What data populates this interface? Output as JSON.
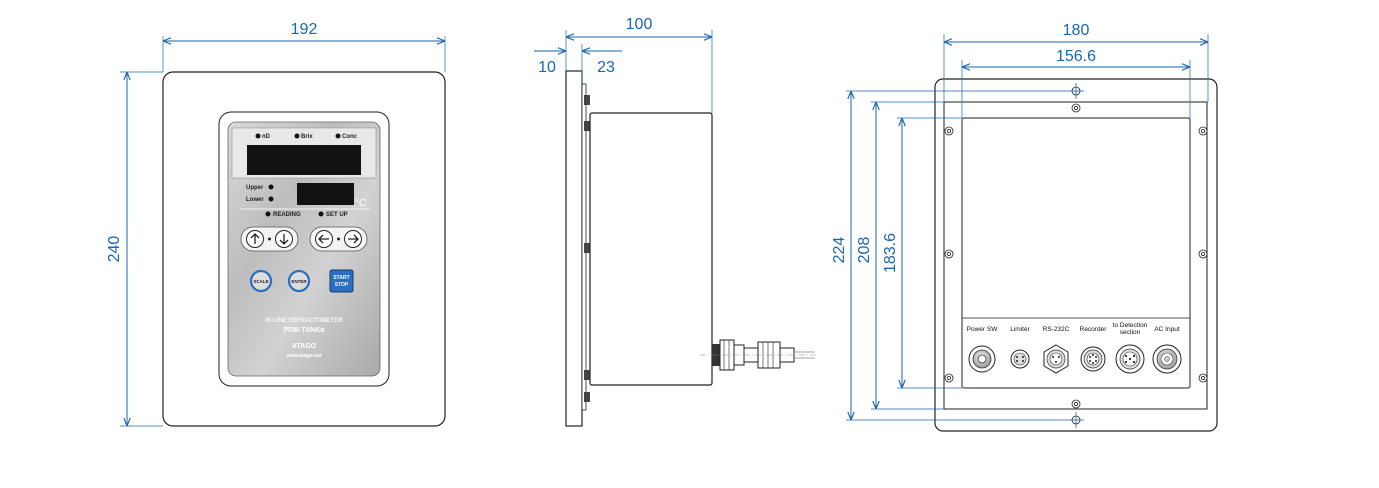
{
  "dimensions": {
    "front_width": "192",
    "front_height": "240",
    "side_depth": "100",
    "side_flange": "10",
    "side_offset": "23",
    "rear_width": "180",
    "rear_inner_width": "156.6",
    "rear_height": "224",
    "rear_mid_height": "208",
    "rear_inner_height": "183.6"
  },
  "panel": {
    "indicator_nd": "nD",
    "indicator_brix": "Brix",
    "indicator_conc": "Conc",
    "label_upper": "Upper",
    "label_lower": "Lower",
    "unit_celsius": "°C",
    "label_reading": "READING",
    "label_setup": "SET UP",
    "button_scale": "SCALE",
    "button_enter": "ENTER",
    "button_start": "START",
    "button_stop": "STOP",
    "product_line": "IN-LINE REFRACTOMETER",
    "product_model": "PRM-TANKα",
    "brand": "ATAGO",
    "url": "www.atago.net"
  },
  "connectors": {
    "power_sw": "Power SW",
    "limiter": "Limiter",
    "rs232c": "RS-232C",
    "recorder": "Recorder",
    "detection_line1": "to Detection",
    "detection_line2": "section",
    "ac_input": "AC Input"
  },
  "colors": {
    "dimension": "#1a66b0",
    "outline": "#222222",
    "panel_metal": "#c9c9c9",
    "display": "#121212",
    "start_button": "#2a6fc0"
  }
}
